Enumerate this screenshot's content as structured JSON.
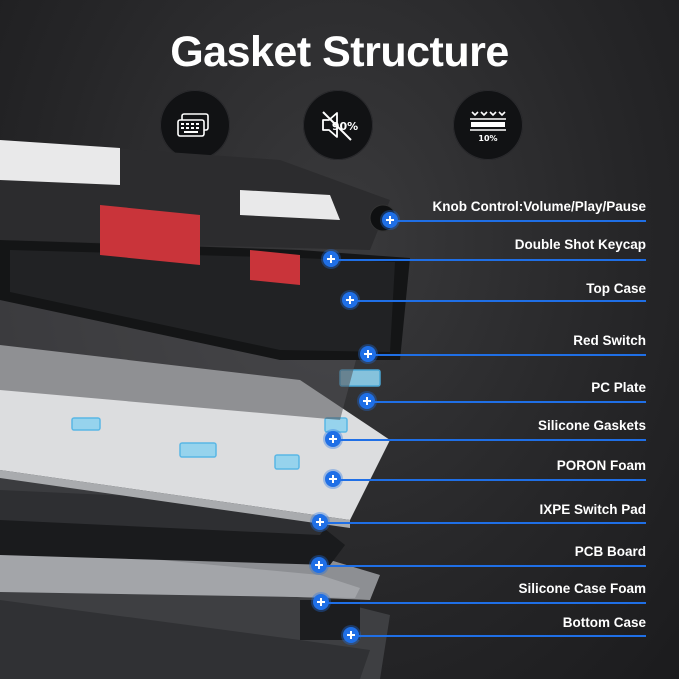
{
  "title": "Gasket Structure",
  "feature_icons": [
    {
      "name": "keyboard-icon",
      "text": ""
    },
    {
      "name": "mute-speaker-icon",
      "text": "90%"
    },
    {
      "name": "compression-icon",
      "text": "10%"
    }
  ],
  "colors": {
    "accent": "#1f6fe6",
    "background": "#2a2a2c",
    "keycap_dark": "#2c2c2e",
    "keycap_light": "#e9e9ea",
    "keycap_red": "#c9343a",
    "switch_red": "#e0262b"
  },
  "layers": [
    {
      "label": "Knob Control:Volume/Play/Pause"
    },
    {
      "label": "Double Shot Keycap"
    },
    {
      "label": "Top Case"
    },
    {
      "label": "Red Switch"
    },
    {
      "label": "PC Plate"
    },
    {
      "label": "Silicone Gaskets"
    },
    {
      "label": "PORON Foam"
    },
    {
      "label": "IXPE Switch Pad"
    },
    {
      "label": "PCB Board"
    },
    {
      "label": "Silicone Case Foam"
    },
    {
      "label": "Bottom Case"
    }
  ]
}
